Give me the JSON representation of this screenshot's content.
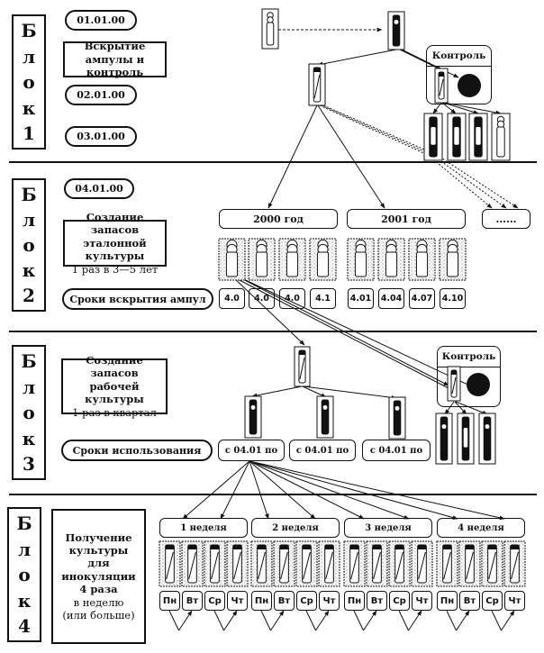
{
  "diagram_title": "",
  "blocks": [
    {
      "letters": [
        "Б",
        "л",
        "о",
        "к",
        "1"
      ],
      "dates": [
        "01.01.00",
        "02.01.00",
        "03.01.00"
      ],
      "note": [
        "Вскрытие",
        "ампулы и контроль"
      ],
      "control_label": "Контроль"
    },
    {
      "letters": [
        "Б",
        "л",
        "о",
        "к",
        "2"
      ],
      "date": "04.01.00",
      "note": [
        "Создание запасов",
        "эталонной культуры",
        "1 раз в 3—5 лет"
      ],
      "years": [
        "2000 год",
        "2001 год",
        "......"
      ],
      "row_label": "Сроки вскрытия ампул",
      "opening_dates": [
        "4.0",
        "4.0",
        "4.0",
        "4.1",
        "4.01",
        "4.04",
        "4.07",
        "4.10"
      ]
    },
    {
      "letters": [
        "Б",
        "л",
        "о",
        "к",
        "3"
      ],
      "note": [
        "Создание запасов",
        "рабочей культуры",
        "1 раз в квартал"
      ],
      "row_label": "Сроки использования",
      "usage_dates": [
        "с 04.01 по",
        "с 04.01 по",
        "с 04.01 по"
      ],
      "control_label": "Контроль"
    },
    {
      "letters": [
        "Б",
        "л",
        "о",
        "к",
        "4"
      ],
      "note": [
        "Получение",
        "культуры",
        "для",
        "инокуляции",
        "4 раза",
        "в неделю",
        "(или больше)"
      ],
      "weeks": [
        "1 неделя",
        "2 неделя",
        "3 неделя",
        "4 неделя"
      ],
      "days": [
        "Пн",
        "Вт",
        "Ср",
        "Чт"
      ]
    }
  ],
  "colors": {
    "ink": "#111111",
    "paper": "#ffffff",
    "stipple": "#cfcfcf"
  }
}
